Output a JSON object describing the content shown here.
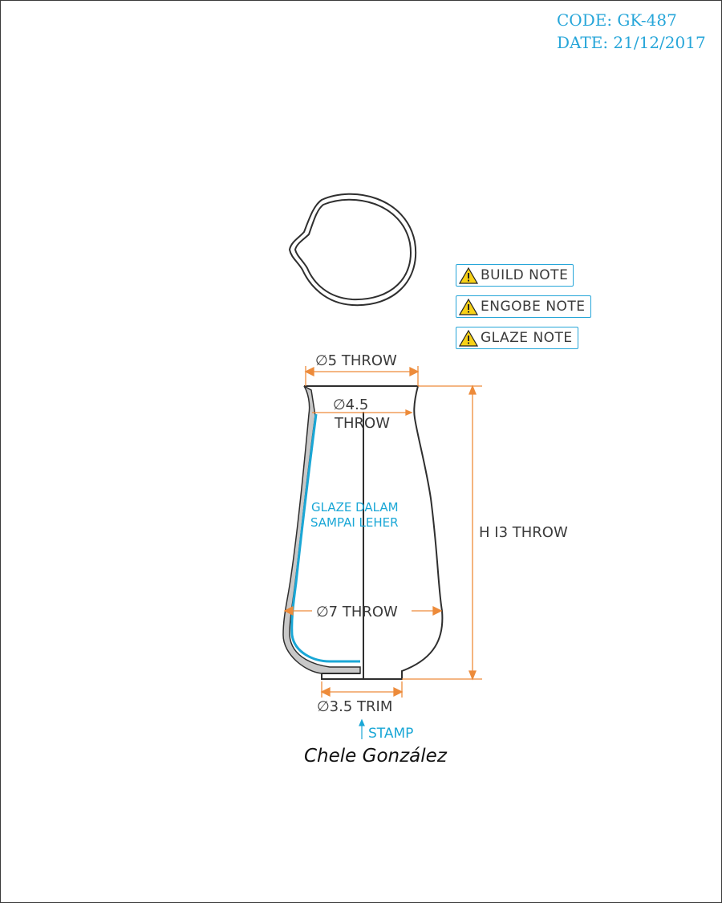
{
  "header": {
    "code": "CODE: GK-487",
    "date": "DATE: 21/12/2017"
  },
  "notes": [
    {
      "label": "BUILD NOTE",
      "icon": "warning-icon"
    },
    {
      "label": "ENGOBE NOTE",
      "icon": "warning-icon"
    },
    {
      "label": "GLAZE NOTE",
      "icon": "warning-icon"
    }
  ],
  "dimensions": {
    "top_width": "∅5 THROW",
    "inner_width_value": "∅4.5",
    "inner_width_suffix": "THROW",
    "height": "H I3 THROW",
    "body_width": "∅7 THROW",
    "foot_width": "∅3.5 TRIM"
  },
  "glaze_label": {
    "line1": "GLAZE DALAM",
    "line2": "SAMPAI LEHER"
  },
  "stamp_label": "STAMP",
  "signature": "Chele González",
  "colors": {
    "dimension": "#ed8b3a",
    "annotation": "#1aa7d6",
    "outline": "#2f2f2f",
    "wall_section": "#c8c8c8",
    "warning": "#f7d117"
  }
}
